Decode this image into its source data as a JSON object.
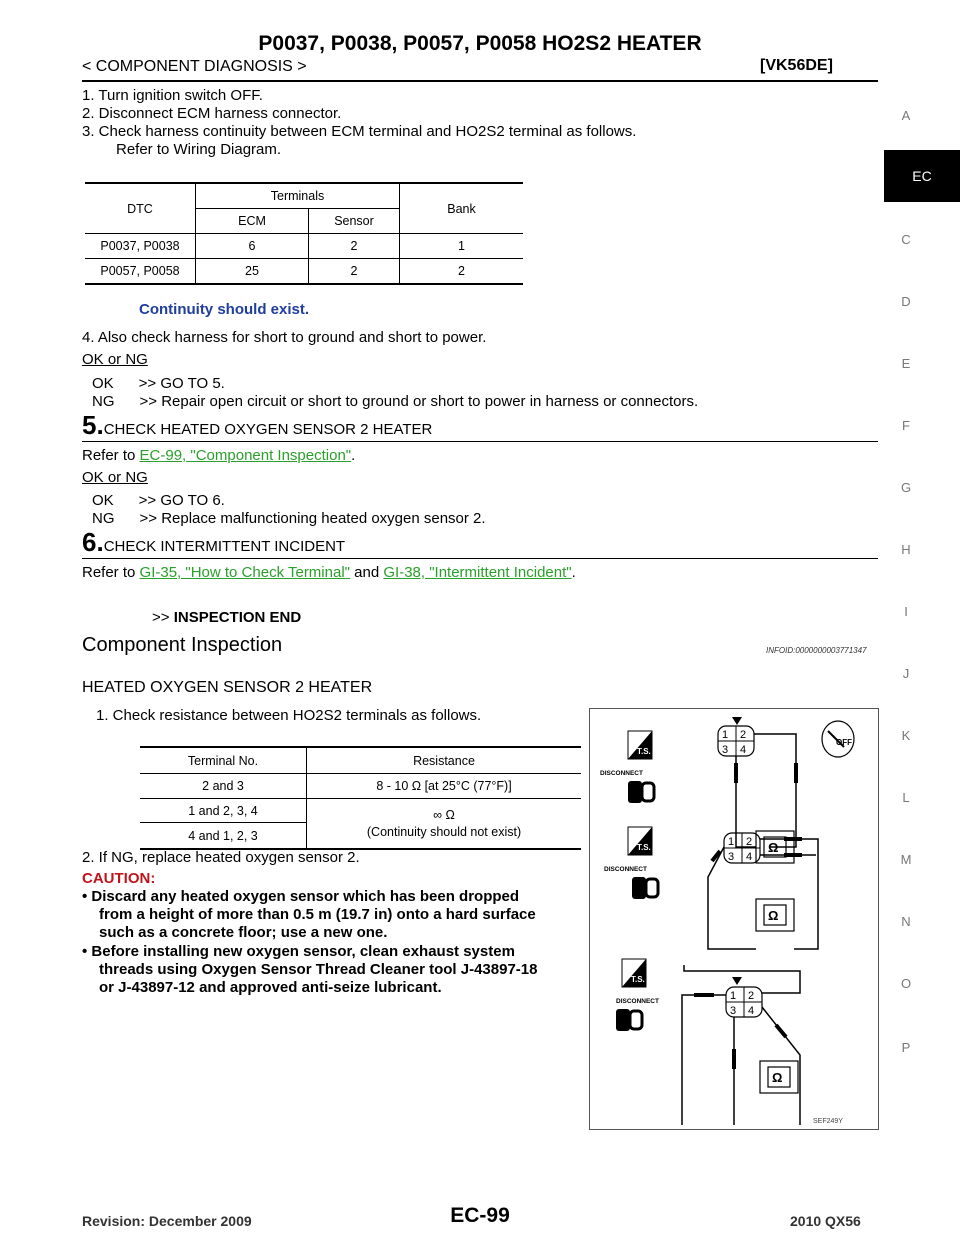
{
  "header": {
    "title": "P0037, P0038, P0057, P0058 HO2S2 HEATER",
    "section": "< COMPONENT DIAGNOSIS >",
    "engine": "[VK56DE]"
  },
  "side_index": {
    "letters": [
      "A",
      "C",
      "D",
      "E",
      "F",
      "G",
      "H",
      "I",
      "J",
      "K",
      "L",
      "M",
      "N",
      "O",
      "P"
    ],
    "active": "EC"
  },
  "step4_body": {
    "items": [
      "1. Turn ignition switch OFF.",
      "2. Disconnect ECM harness connector.",
      "3. Check harness continuity between ECM terminal and HO2S2 terminal as follows.",
      "Refer to Wiring Diagram."
    ],
    "table": {
      "h_dtc": "DTC",
      "h_terminals": "Terminals",
      "h_bank": "Bank",
      "h_ecm": "ECM",
      "h_sensor": "Sensor",
      "rows": [
        [
          "P0037, P0038",
          "6",
          "2",
          "1"
        ],
        [
          "P0057, P0058",
          "25",
          "2",
          "2"
        ]
      ]
    },
    "continuity": "Continuity should exist.",
    "item4": "4. Also check harness for short to ground and short to power.",
    "ok_ng": "OK or NG",
    "ok": "OK      >> GO TO 5.",
    "ng": "NG      >> Repair open circuit or short to ground or short to power in harness or connectors."
  },
  "step5": {
    "num": "5.",
    "title": "CHECK HEATED OXYGEN SENSOR 2 HEATER",
    "refer_prefix": "Refer to ",
    "link": "EC-99, \"Component Inspection\"",
    "refer_suffix": ".",
    "ok_ng": "OK or NG",
    "ok": "OK      >> GO TO 6.",
    "ng": "NG      >> Replace malfunctioning heated oxygen sensor 2."
  },
  "step6": {
    "num": "6.",
    "title": "CHECK INTERMITTENT INCIDENT",
    "refer_prefix": "Refer to ",
    "link1": "GI-35, \"How to Check Terminal\"",
    "and": " and ",
    "link2": "GI-38, \"Intermittent Incident\"",
    "refer_suffix": ".",
    "end_prefix": ">> ",
    "end": "INSPECTION END"
  },
  "component": {
    "heading": "Component Inspection",
    "infoid": "INFOID:0000000003771347",
    "subheading": "HEATED OXYGEN SENSOR 2 HEATER",
    "item1": "1. Check resistance between HO2S2 terminals as follows.",
    "table": {
      "h_terminal": "Terminal No.",
      "h_resistance": "Resistance",
      "row1_t": "2 and 3",
      "row1_r": "8 - 10 Ω [at 25°C (77°F)]",
      "row2_t": "1 and 2, 3, 4",
      "row3_t": "4 and 1, 2, 3",
      "inf": "∞ Ω",
      "inf_note": "(Continuity should not exist)"
    },
    "item2": "2. If NG, replace heated oxygen sensor 2.",
    "caution": "CAUTION:",
    "caution_items": [
      [
        "Discard any heated oxygen sensor which has been dropped",
        "from a height of more than 0.5 m (19.7 in) onto a hard surface",
        "such as a concrete floor; use a new one."
      ],
      [
        "Before installing new oxygen sensor, clean exhaust system",
        "threads using Oxygen Sensor Thread Cleaner tool J-43897-18",
        "or J-43897-12 and approved anti-seize lubricant."
      ]
    ]
  },
  "diagram": {
    "disconnect": "DISCONNECT",
    "ts": "T.S.",
    "off": "OFF",
    "pins": [
      "1",
      "2",
      "3",
      "4"
    ],
    "ohm": "Ω",
    "code": "SEF249Y"
  },
  "footer": {
    "revision": "Revision: December 2009",
    "page": "EC-99",
    "model": "2010 QX56"
  }
}
